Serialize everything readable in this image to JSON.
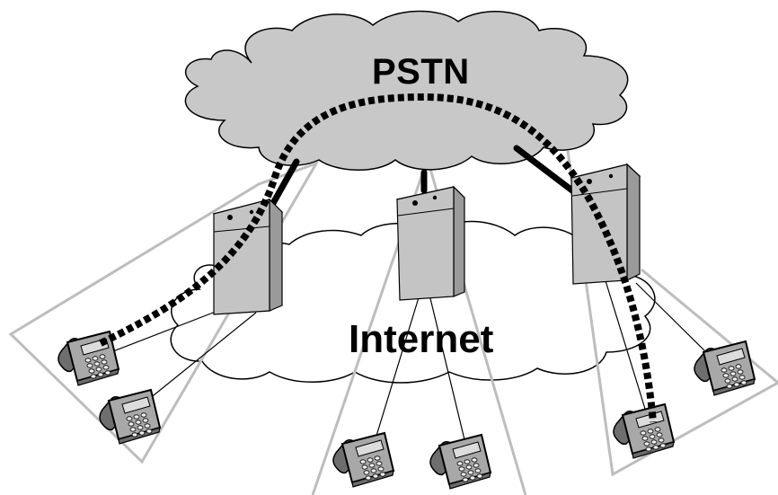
{
  "diagram": {
    "pstn_cloud": {
      "label": "PSTN",
      "fill": "#c8c8c8"
    },
    "internet_cloud": {
      "label": "Internet",
      "fill": "#ffffff"
    },
    "colors": {
      "gateway_body": "#c4c4c4",
      "gateway_side": "#e2e2e2",
      "phone_body": "#a8a8a8",
      "zone_outline": "#bdbdbd",
      "call_path": "#000000"
    },
    "gateways": [
      {
        "id": "gateway-left"
      },
      {
        "id": "gateway-center"
      },
      {
        "id": "gateway-right"
      }
    ],
    "phones": [
      {
        "id": "phone-left-upper"
      },
      {
        "id": "phone-left-lower"
      },
      {
        "id": "phone-center-left"
      },
      {
        "id": "phone-center-right"
      },
      {
        "id": "phone-right-lower"
      },
      {
        "id": "phone-right-upper"
      }
    ]
  }
}
